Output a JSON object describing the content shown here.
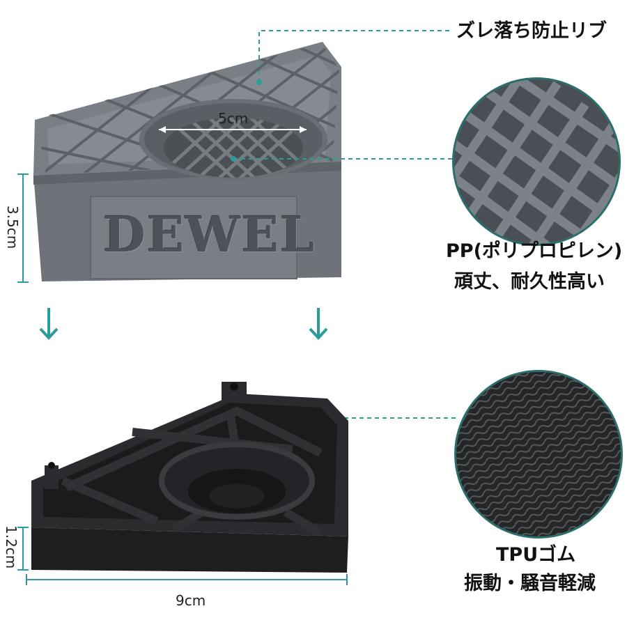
{
  "annotations": {
    "rib": "ズレ落ち防止リブ",
    "pp_line1": "PP(ポリプロピレン)",
    "pp_line2": "頑丈、耐久性高い",
    "tpu_line1": "TPUゴム",
    "tpu_line2": "振動・騒音軽減"
  },
  "dimensions": {
    "diameter": "5cm",
    "width": "9cm",
    "upper_height": "3.5cm",
    "lower_height": "1.2cm"
  },
  "brand": "DEWEL",
  "colors": {
    "accent": "#2a9d9a",
    "upper_body": "#6e737a",
    "lower_body": "#1f2022"
  }
}
